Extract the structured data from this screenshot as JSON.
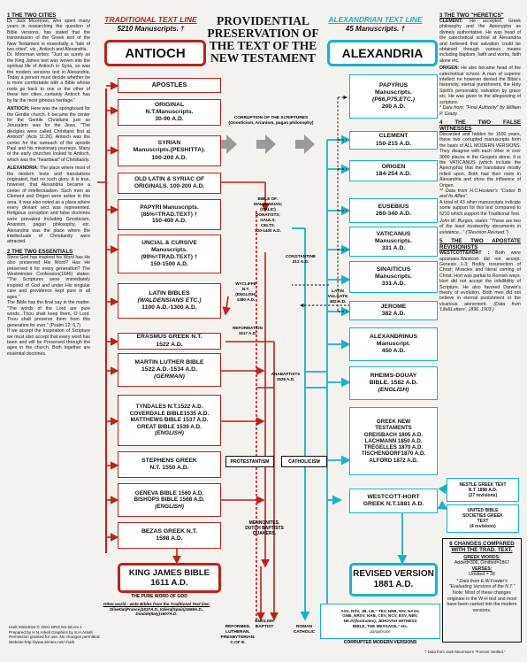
{
  "title": [
    "PROVIDENTIAL",
    "PRESERVATION OF",
    "THE TEXT OF THE",
    "NEW TESTAMENT"
  ],
  "traditional": {
    "heading": "TRADITIONAL TEXT LINE",
    "count": "5210 Manuscripts. †",
    "root": "ANTIOCH"
  },
  "alexandrian": {
    "heading": "ALEXANDRIAN TEXT LINE",
    "count": "45 Manuscripts. †",
    "root": "ALEXANDRIA"
  },
  "left_boxes": [
    [
      "APOSTLES"
    ],
    [
      "ORIGINAL",
      "N.T.Manuscripts.",
      "30-90 A.D."
    ],
    [
      "SYRIAN",
      "Manuscripts.(PESHITTA).",
      "100-200 A.D."
    ],
    [
      "OLD LATIN & SYRIAC OF",
      "ORIGINALS. 100-200 A.D."
    ],
    [
      "PAPYRI Manuscripts.",
      "(85%=TRAD.TEXT) †",
      "150-400 A.D."
    ],
    [
      "UNCIAL & CURSIVE",
      "Manuscripts.",
      "(99%=TRAD.TEXT) †",
      "150-1500 A.D."
    ],
    [
      "LATIN BIBLES",
      "(WALDENSIANS ETC.)",
      "1100 A.D.-1300 A.D."
    ],
    [
      "ERASMUS GREEK N.T.",
      "1522 A.D."
    ],
    [
      "MARTIN LUTHER BIBLE",
      "1522 A.D.-1534 A.D.",
      "(GERMAN)"
    ],
    [
      "TYNDALES N.T.1522 A.D.",
      "COVERDALE BIBLE1535 A.D.",
      "MATTHEWS BIBLE 1537 A.D.",
      "GREAT BIBLE 1539 A.D.",
      "(ENGLISH)"
    ],
    [
      "STEPHENS GREEK",
      "N.T. 1550 A.D."
    ],
    [
      "GENEVA BIBLE 1560 A.D.",
      "BISHOPS BIBLE 1568 A.D.",
      "(ENGLISH)"
    ],
    [
      "BEZAS GREEK N.T.",
      "1598 A.D."
    ],
    [
      "KING JAMES BIBLE",
      "1611 A.D."
    ]
  ],
  "right_boxes": [
    [
      "PAPYRUS",
      "Manuscripts.",
      "(P66,P75,ETC.)",
      "200 A.D."
    ],
    [
      "CLEMENT",
      "150-215 A.D."
    ],
    [
      "ORIGEN",
      "184-254 A.D."
    ],
    [
      "EUSEBIUS",
      "260-340 A.D."
    ],
    [
      "VATICANUS",
      "Manuscripts.",
      "331 A.D."
    ],
    [
      "SINAITICUS",
      "Manuscripts.",
      "331 A.D."
    ],
    [
      "JEROME",
      "382 A.D."
    ],
    [
      "ALEXANDRINUS",
      "Manuscript.",
      "450 A.D."
    ],
    [
      "RHEIMS-DOUAY",
      "BIBLE. 1582 A.D.",
      "(ENGLISH)"
    ],
    [
      "GREEK NEW",
      "TESTAMENTS",
      "GREISBACH 1805 A.D.",
      "LACHMANN 1850 A.D.",
      "TREGELLES 1870 A.D.",
      "TISCHENDORF1870 A.D.",
      "ALFORD 1872 A.D."
    ],
    [
      "WESTCOTT-HORT",
      "GREEK N.T.1881 A.D."
    ],
    [
      "REVISED VERSION",
      "1881 A.D."
    ]
  ],
  "labels": {
    "corruption": [
      "CORRUPTION OF THE SCRIPTURES",
      "(Gnosticism, Arianism, pagan philosophy)"
    ],
    "bible_of": [
      "BIBLE OF:",
      "WALDENSIAN;",
      "(ITALIC)",
      "DONATISTS;",
      "GAULS;",
      "CELTS.",
      "120-1400 A.D."
    ],
    "constantine": [
      "CONSTANTINE",
      "312 A.D."
    ],
    "latin_vulgate": [
      "LATIN",
      "VULGATE",
      "382 A.D."
    ],
    "wycliffe": [
      "WYCLIFFE",
      "N.T.",
      "(ENGLISH)",
      "1380 A.D."
    ],
    "reformation": [
      "REFORMATION",
      "1517 A.D."
    ],
    "anabaptists": [
      "ANABAPTISTS",
      "1525 A.D."
    ],
    "protestantism": "PROTESTANTISM",
    "catholicism": "CATHOLICISM",
    "mennonites": [
      "MENNONITES.",
      "DUTCH BAPTISTS",
      "QUAKERS."
    ],
    "pure_word": "THE PURE WORD OF GOD",
    "other_world": [
      "Other world - wide Bibles from the Traditional Text line;",
      "Olivetan(France)1537A.D.,Valera(Spain)1569A.D.,",
      "Diodati(Italy)1607A.D."
    ],
    "reformed": [
      "REFORMED.",
      "LUTHERAN.",
      "PRESBYTERIAN.",
      "C.OF E."
    ],
    "english_baptist": [
      "ENGLISH",
      "BAPTIST"
    ],
    "roman_catholic": [
      "ROMAN",
      "CATHOLIC"
    ],
    "nestle": [
      "NESTLE GREEK TEXT",
      "N.T. 1898 A.D.",
      "(27 revisions)"
    ],
    "united_bible": [
      "UNITED BIBLE",
      "SOCIETIES GREEK",
      "TEXT",
      "(4 revisions)"
    ],
    "modern_versions": [
      "ASV, RSV, JB, LB,\" TEV, NEB, NIV, NASV,",
      "GNB, NRSV, NAB, CEV, NCV, ESV, NBV,",
      "NKJV(footnotes), JEHOVAH WITNESS",
      "BIBLE, THE MESSAGE,\" etc."
    ],
    "paraphrase": "paraphrase",
    "corrupted_modern": "CORRUPTED MODERN VERSIONS",
    "credits": [
      "Hark Ministries © 2001.DRG.No.6d,rev.1",
      "Prepared by H.N.Arkell.Graphics by S.H.Arkell.",
      "Permission granted for use. No changes permitted.",
      "Website:http://www.sentex.net/~hark"
    ],
    "jack_credit": "† Data from Jack Moorman's \"Forever Settled.\""
  },
  "left_column": {
    "s1_head": "THE TWO CITIES",
    "s1_p1": "Dr. Jack Moorman, who spent many years in researching the question of Bible versions, has stated that the transmission of the Greek text of the New Testament is essentially a \"tale of two cities\", viz., Antioch and Alexandria.",
    "s1_p2": "Dr. Moorman writes: \"Just as surely as the King James text was woven into the spiritual life of Antioch in Syria, so was the modern versions text in Alexandria. Today a person must decide whether he is more comfortable with a Bible whose roots go back to one or the other of these two cities...certainly Antioch has by far the most glorious heritage.\"",
    "antioch_head": "ANTIOCH:",
    "antioch_p": "Here was the springboard for the Gentile church. It became the center for the Gentile Christians just as Jerusalem was for the Jews. \"The disciples were called Christians first at Antioch\" (Acts 11:26). Antioch was the center for the outreach of the apostle Paul and his missionary journeys. Many of the early churches looked to Antioch, which was the \"heartbeat\" of Christianity.",
    "alex_head": "ALEXANDRIA:",
    "alex_p": "The place where most of the modern texts and translations originated, had no such glory. It is true, however, that Alexandria became a center of intellectualism. Such men as Clement and Origen were active in this area. It was also noted as a place where every deviant sect was represented. Religious corruption and false doctrines were prevalent including Gnosticism, Arianism, pagan philosophy, etc. Alexandria was the place where the intellectuals of Christianity were attracted.",
    "s2_head": "THE TWO ESSENTIALS",
    "s2_p1": "Since God has inspired his Word has He also preserved His Word? Has He preserved it for every generation? The Westminster Confession(1646) states: \"The Scriptures were immediately inspired of God and under His singular care and providence kept pure in all ages.\"",
    "s2_p2": "The Bible has the final say in the matter. \"The words of the Lord are pure words...Thou shalt keep them, O Lord. Thou shalt preserve them from this generation for ever.\" (Psalm 12: 6,7)",
    "s2_p3": "If we accept the Inspiration of Scripture we must also accept that every word has been and will be Preserved through the ages in the church. Both together are essential doctrines."
  },
  "right_column": {
    "s3_head": "THE TWO \"HERETICS\"",
    "clement_head": "CLEMENT:",
    "clement_p": "He accepted Greek philosophy and the Apocrypha as divinely authoritative. He was head of the catechetical school at Alexandria and believed that salvation could be obtained through various means including baptism, faith and works, faith alone etc.",
    "origen_head": "ORIGEN:",
    "origen_p": "He also became head of the catechetical school. A man of superior intellect he however denied the Bible's historicity, eternal punishment, the Holy Spirit's personality, salvation by grace etc. He was given to the allegorizing of scripture.",
    "origen_src": "* Data from: \"Final Authority\" by William P. Grady.",
    "s4_head": "THE TWO FALSE WITNESSES",
    "s4_p1": "Discarded and hidden for 1500 years, these two corrupted manuscripts form the basis of ALL MODERN VERSIONS. They disagree with each other in over 3000 places in the Gospels alone. It is the VATICANUS (which include the Apocrypha) that the translators mostly relied upon. Both had their roots in Alexandria and show the influence of Origen.",
    "s4_src": "** Data from H.C.Hoskier's \"Codex B and Its Allies\".",
    "s4_p2": "A total of 43 other manuscripts indicate some support for this text compared to 5210 which support the Traditional Text.",
    "burgon": "John W. Burgon, states: \"These are two of the least trustworthy documents in existence...\" (\"Revision Revised.\")",
    "s5_head": "THE TWO APOSTATE REVISIONISTS",
    "wh_head": "WESTCOTT&HORT :",
    "wh_p": "Both were apostates.Westcott did not accept: Genesis 1-3; Bodily resurrection of Christ; Miracles and literal coming of Christ. Hort was partial to Romish ways. Hort did not accept the infallibility of Scripture. He also favored Darwin's theory of evolution. Both men did not believe in eternal punishment or the vicarious atonement.",
    "wh_src": "(Data from 'Life&Letters', 1896 ,1903 )",
    "s6_head": "CHANGES COMPARED WITH THE TRAD. TEXT.",
    "greek_words_head": "GREEK WORDS:",
    "greek_words": [
      "Added=306, Omitted=2867",
      "VERSES:",
      "Omitted = 28"
    ],
    "fowler": "* Data from E.W.Fowler's \"Evaluating Versions of the N.T.\"",
    "note": "Note; Most of these changes originate in the W-H text and most have been carried into the modern versions."
  },
  "colors": {
    "traditional": "#c0201a",
    "alexandrian": "#13b5c9",
    "corruption_arrow": "#9a9a9a"
  }
}
